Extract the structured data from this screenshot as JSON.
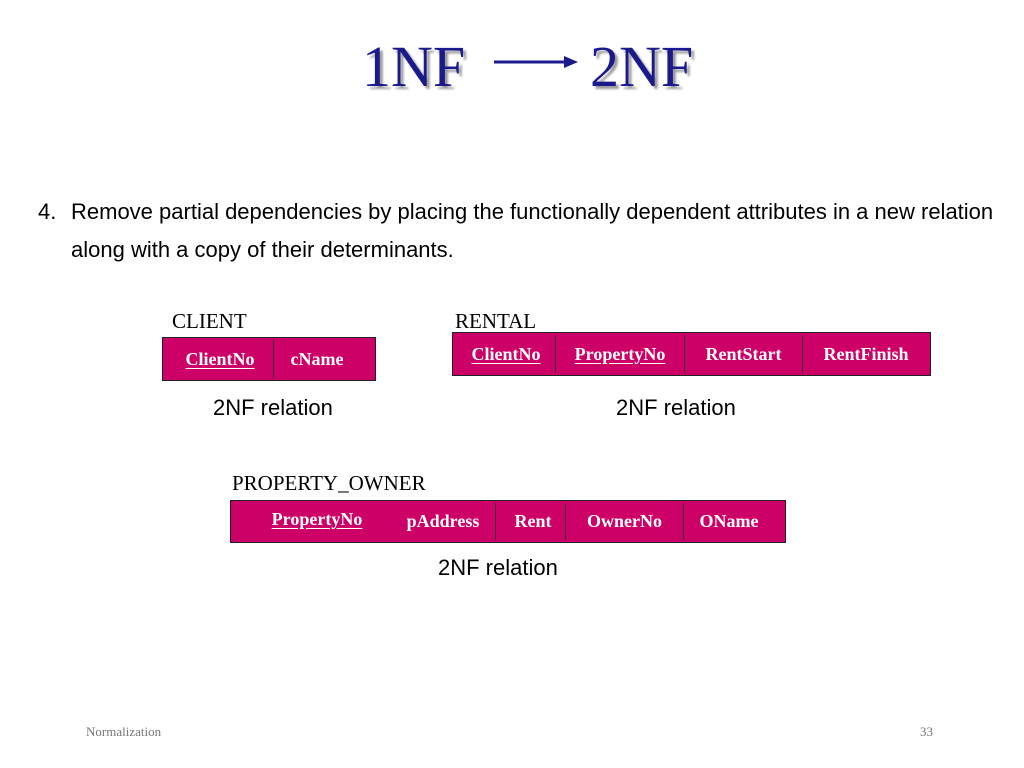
{
  "title": {
    "left": "1NF",
    "right": "2NF"
  },
  "step": {
    "number": "4.",
    "text": "Remove partial dependencies by placing the functionally dependent attributes in a new relation along with a copy of their determinants."
  },
  "relations": {
    "client": {
      "name": "CLIENT",
      "attributes": [
        "ClientNo",
        "cName"
      ],
      "primary_key": [
        "ClientNo"
      ],
      "caption": "2NF relation"
    },
    "rental": {
      "name": "RENTAL",
      "attributes": [
        "ClientNo",
        "PropertyNo",
        "RentStart",
        "RentFinish"
      ],
      "primary_key": [
        "ClientNo",
        "PropertyNo"
      ],
      "caption": "2NF relation"
    },
    "property_owner": {
      "name": "PROPERTY_OWNER",
      "attributes": [
        "PropertyNo",
        "pAddress",
        "Rent",
        "OwnerNo",
        "OName"
      ],
      "primary_key": [
        "PropertyNo"
      ],
      "caption": "2NF relation"
    }
  },
  "colors": {
    "title": "#1a1a8c",
    "relation_fill": "#cc0066"
  },
  "footer": {
    "topic": "Normalization",
    "page": "33"
  }
}
